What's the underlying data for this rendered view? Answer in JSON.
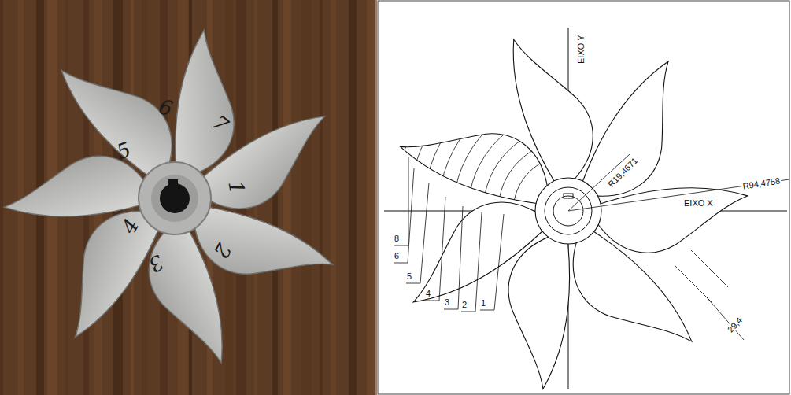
{
  "diagram": {
    "labels": [
      "5",
      "6",
      "7",
      "4",
      "1",
      "3",
      "2",
      "EIXO Y",
      "R19,4671",
      "R94,4758",
      "EIXO X",
      "8",
      "6",
      "5",
      "4",
      "3",
      "2",
      "1",
      "29,4"
    ]
  }
}
